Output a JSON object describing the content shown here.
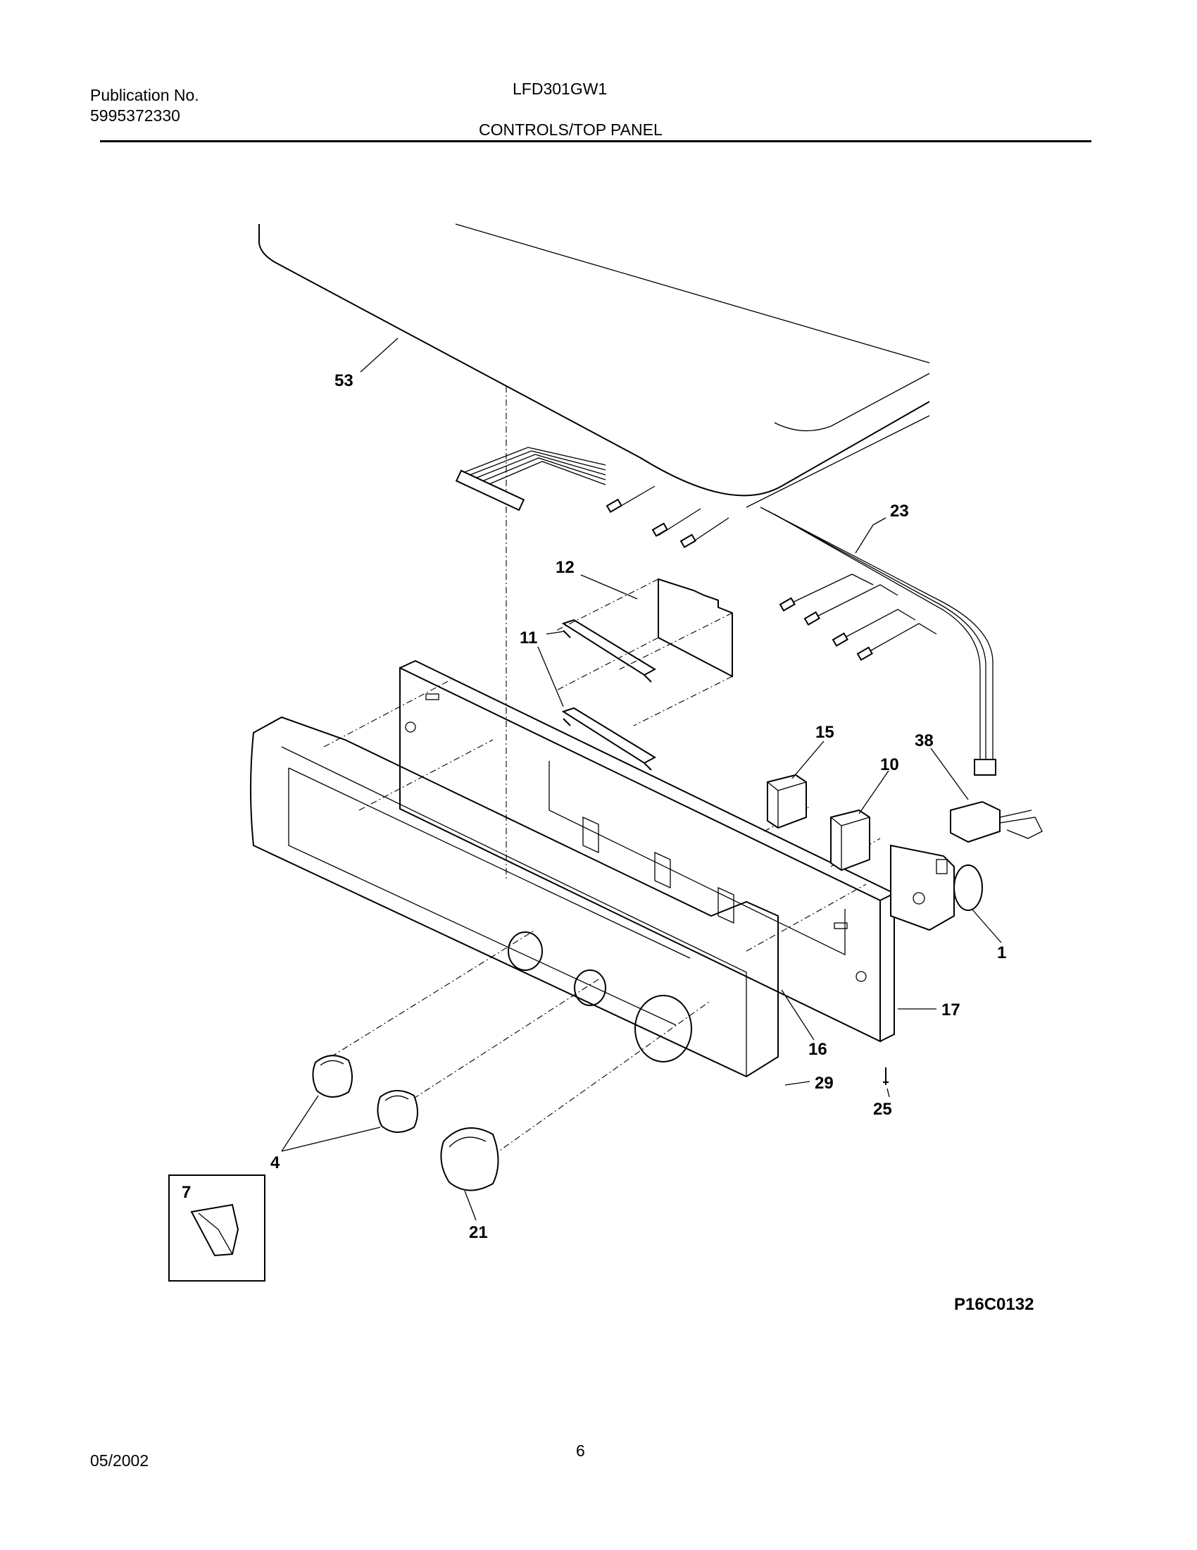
{
  "header": {
    "publication_label": "Publication No.",
    "publication_number": "5995372330",
    "model": "LFD301GW1",
    "section_title": "CONTROLS/TOP PANEL"
  },
  "diagram": {
    "figure_id": "P16C0132",
    "callouts": [
      "53",
      "23",
      "12",
      "11",
      "15",
      "38",
      "10",
      "1",
      "17",
      "16",
      "25",
      "29",
      "4",
      "21",
      "7"
    ]
  },
  "footer": {
    "date": "05/2002",
    "page_number": "6"
  }
}
